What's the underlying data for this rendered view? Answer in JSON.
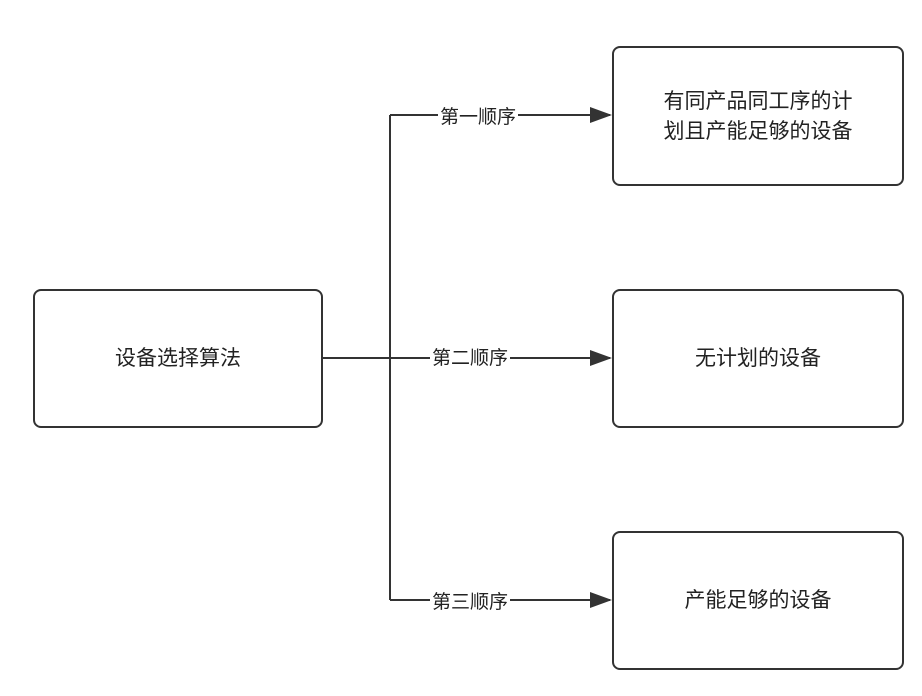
{
  "diagram": {
    "root": {
      "label": "设备选择算法"
    },
    "branches": [
      {
        "edge_label": "第一顺序",
        "target_label": "有同产品同工序的计\n划且产能足够的设备"
      },
      {
        "edge_label": "第二顺序",
        "target_label": "无计划的设备"
      },
      {
        "edge_label": "第三顺序",
        "target_label": "产能足够的设备"
      }
    ],
    "colors": {
      "stroke": "#333333",
      "background": "#ffffff",
      "text": "#222222"
    }
  }
}
